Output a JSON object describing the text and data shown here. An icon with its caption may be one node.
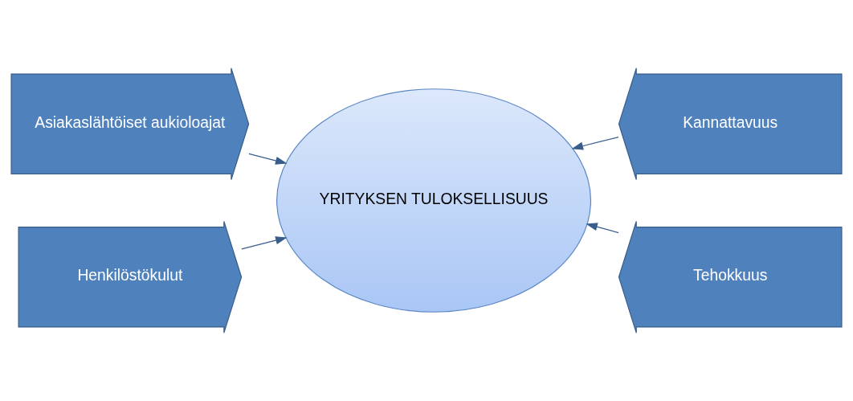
{
  "diagram": {
    "nodes": [
      {
        "text": [
          "Asiakaslähtöiset aukioloajat"
        ]
      },
      {
        "text": [
          "Kannattavuus"
        ]
      },
      {
        "text": [
          "YRITYKSEN TULOKSELLISUUS"
        ]
      },
      {
        "text": [
          "Henkilöstökulut"
        ]
      },
      {
        "text": [
          "Tehokkuus"
        ]
      }
    ],
    "edges": [
      {
        "from": 0,
        "to": 2,
        "arrow": "to"
      },
      {
        "from": 1,
        "to": 2,
        "arrow": "to"
      },
      {
        "from": 3,
        "to": 2,
        "arrow": "to"
      },
      {
        "from": 4,
        "to": 2,
        "arrow": "to"
      }
    ]
  }
}
